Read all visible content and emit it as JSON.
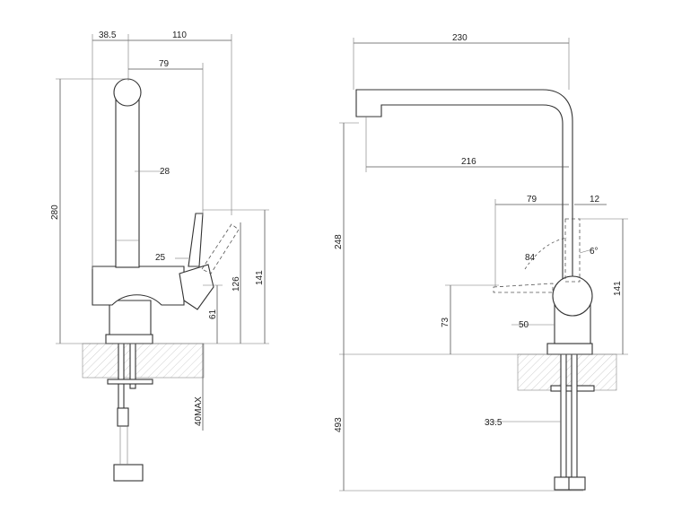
{
  "left_view": {
    "dims": {
      "d_38_5": "38.5",
      "d_110": "110",
      "d_79": "79",
      "d_280": "280",
      "d_28": "28",
      "d_25": "25",
      "d_126": "126",
      "d_141": "141",
      "d_61": "61",
      "d_40max": "40MAX"
    }
  },
  "right_view": {
    "dims": {
      "d_230": "230",
      "d_216": "216",
      "d_79": "79",
      "d_12": "12",
      "d_248": "248",
      "d_84": "84",
      "d_6": "6°",
      "d_141": "141",
      "d_73": "73",
      "d_50": "50",
      "d_493": "493",
      "d_33_5": "33.5"
    }
  }
}
